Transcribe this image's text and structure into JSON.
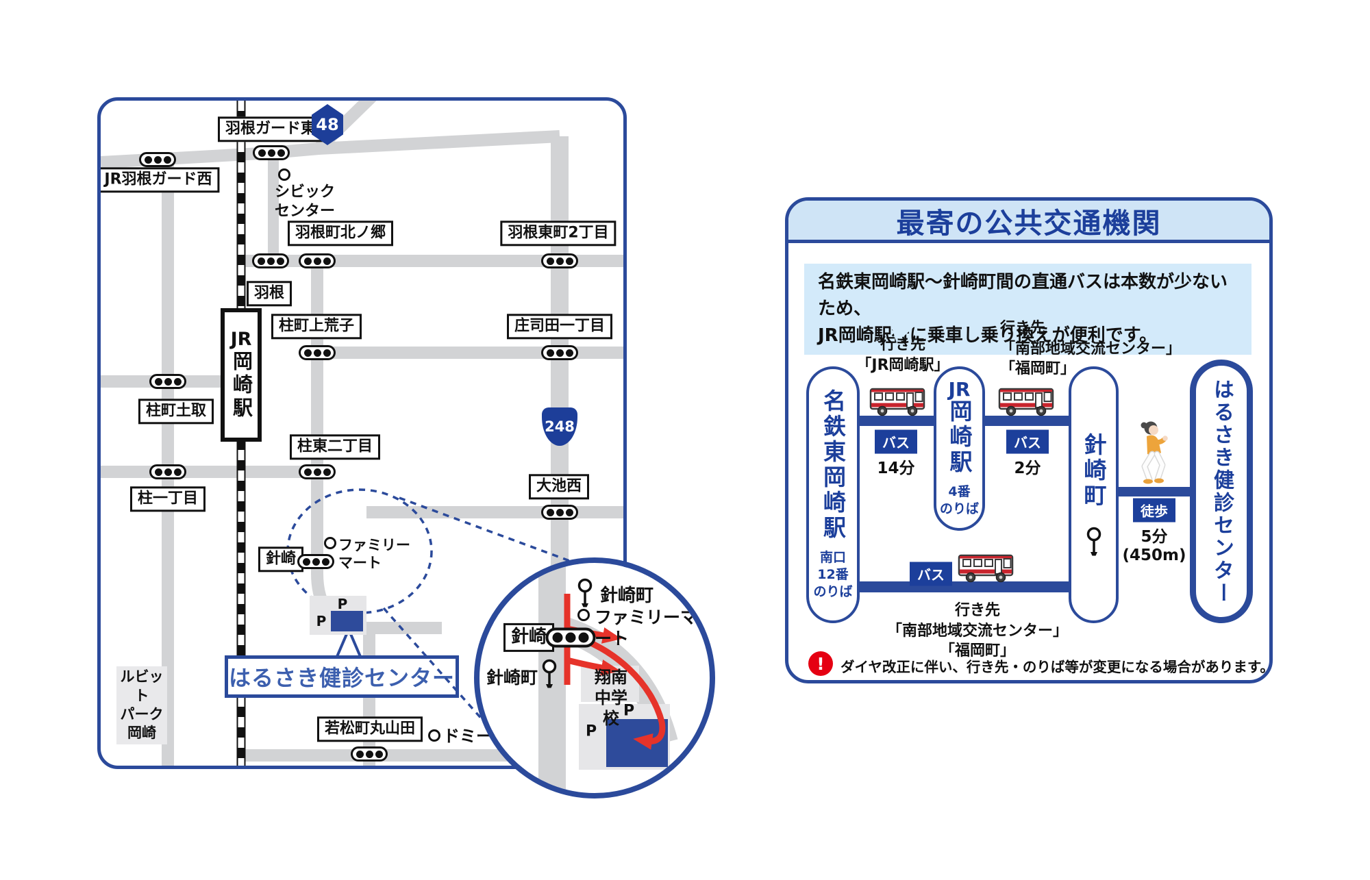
{
  "map": {
    "route_badges": {
      "r48": "48",
      "r248": "248"
    },
    "station": {
      "prefix": "JR",
      "name": "岡崎駅"
    },
    "labels": {
      "hane_guard_east": "羽根ガード東",
      "jr_hane_guard_west": "JR羽根ガード西",
      "civic_center": "シビック\nセンター",
      "hanemachi_kitanogo": "羽根町北ノ郷",
      "hane": "羽根",
      "hane_higashi_2chome": "羽根東町2丁目",
      "hashira_kamiarako": "柱町上荒子",
      "shojida_1chome": "庄司田一丁目",
      "hashira_tsuchitori": "柱町土取",
      "hashira_higashi_2chome": "柱東二丁目",
      "hashira_1chome": "柱一丁目",
      "oike_nishi": "大池西",
      "harisaki": "針崎",
      "family_mart": "ファミリー\nマート",
      "rubit_park": "ルビット\nパーク\n岡崎",
      "wakamatsu_maruyamada": "若松町丸山田",
      "domy": "ドミー",
      "center_callout": "はるさき健診センター",
      "parking": "P"
    },
    "magnifier": {
      "stop_top": "針崎町",
      "family_mart": "ファミリーマート",
      "harisaki": "針崎",
      "stop_left": "針崎町",
      "school": "翔南\n中学校",
      "parking": "P"
    }
  },
  "transit": {
    "title": "最寄の公共交通機関",
    "notice": "名鉄東岡崎駅〜針崎町間の直通バスは本数が少ないため、\nJR岡崎駅行に乗車し乗り換えが便利です。",
    "stops": {
      "meitetsu": {
        "name": "名鉄東岡崎駅",
        "platform": "南口\n12番\nのりば"
      },
      "jr_okazaki": {
        "prefix": "JR",
        "name": "岡崎駅",
        "platform": "4番\nのりば"
      },
      "harisaki_cho": {
        "name": "針崎町"
      },
      "center": {
        "name": "はるさき健診センター"
      }
    },
    "legs": {
      "leg1": {
        "mode": "バス",
        "time": "14分",
        "dest": "行き先\n「JR岡崎駅」"
      },
      "leg2": {
        "mode": "バス",
        "time": "2分",
        "dest": "行き先\n「南部地域交流センター」\n「福岡町」"
      },
      "leg3": {
        "mode": "バス",
        "dest": "行き先\n「南部地域交流センター」\n「福岡町」"
      },
      "leg4": {
        "mode": "徒歩",
        "time": "5分",
        "dist": "(450m)"
      }
    },
    "warning": {
      "icon": "!",
      "text": "ダイヤ改正に伴い、行き先・のりば等が変更になる場合があります。"
    }
  },
  "colors": {
    "navy": "#2b4a9b",
    "navy_text": "#1c3f9b",
    "header_bg": "#cfe4f6",
    "notice_bg": "#d3eafa",
    "road_gray": "#d2d3d5",
    "red": "#e6332a",
    "building_blue": "#2e4b9b"
  }
}
